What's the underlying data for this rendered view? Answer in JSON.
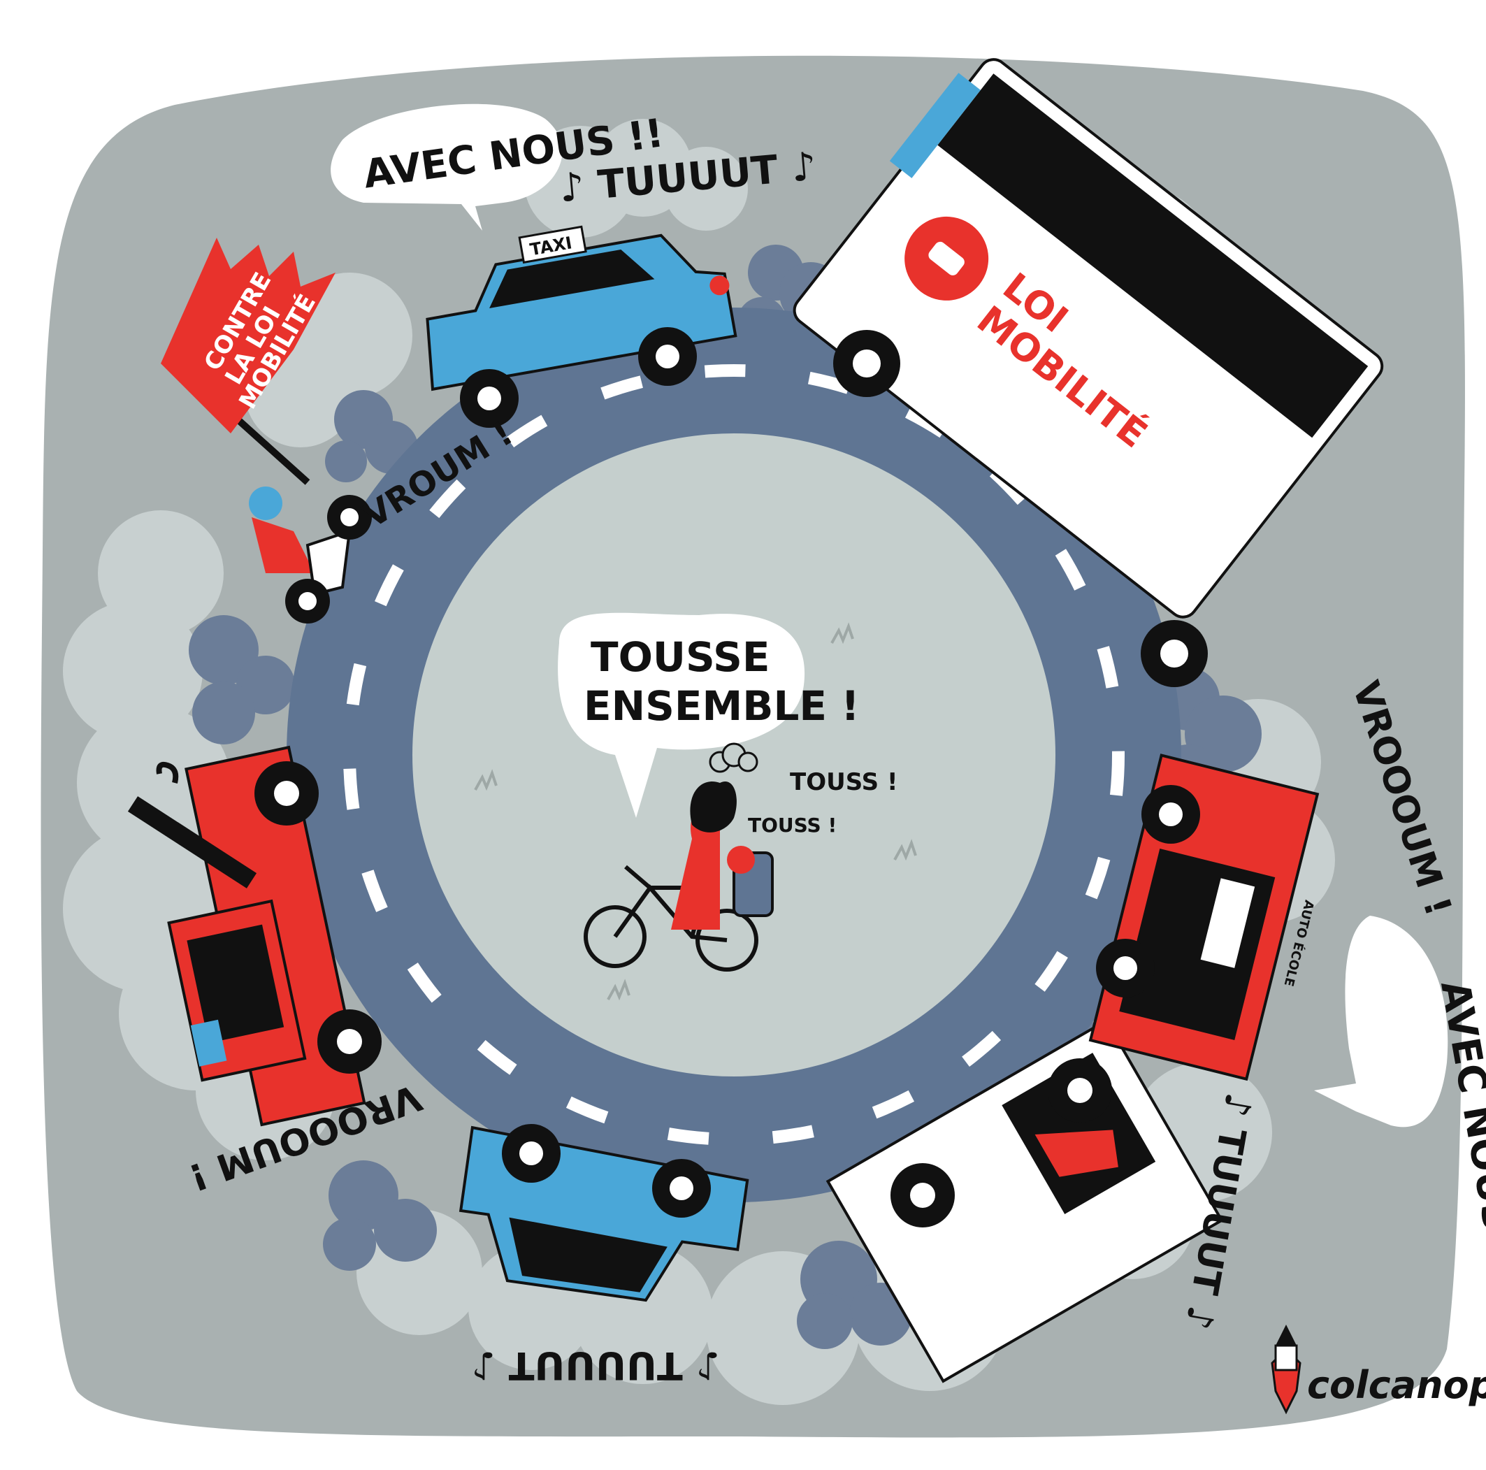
{
  "colors": {
    "background": "#a9b1b1",
    "smoke_light": "#c8d0d0",
    "smoke_dark": "#6b7d98",
    "road": "#5f7593",
    "island": "#c5cfcd",
    "red": "#e8322c",
    "blue": "#4aa7d8",
    "black": "#111111",
    "white": "#ffffff"
  },
  "bubbles": {
    "top_left": "AVEC NOUS !!",
    "center_line1": "TOUSSE",
    "center_line2": "ENSEMBLE !",
    "right": "AVEC NOUS !!"
  },
  "sounds": {
    "tuuut_top": "♪ TUUUUT ♪",
    "vroum": "VROUM !",
    "vrooom_right": "VROOOUM !",
    "vrooom_left": "VROOOUM !",
    "tuuut_right": "♪ TUUUUT ♪",
    "tuuut_bottom": "♪ TUUUUT ♪",
    "touss_1": "TOUSS !",
    "touss_2": "TOUSS !"
  },
  "flag": {
    "line1": "CONTRE",
    "line2": "LA LOI",
    "line3": "MOBILITÉ"
  },
  "bus": {
    "line1": "LOI",
    "line2": "MOBILITÉ"
  },
  "taxi_sign": "TAXI",
  "driving_school_sign": "AUTO ÉCOLE",
  "signature": "colcanopa",
  "icons": [
    "music-note-icon",
    "smoke-cloud-icon",
    "bicycle-icon",
    "grass-tuft-icon",
    "pencil-hand-logo-icon"
  ]
}
